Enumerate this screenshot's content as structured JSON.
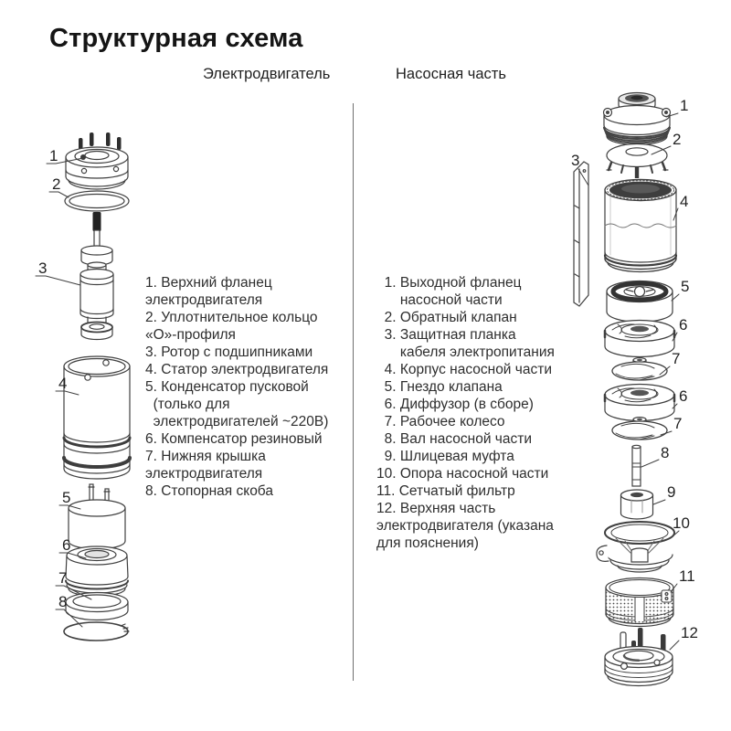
{
  "title": "Структурная схема",
  "colors": {
    "line_art": "#3f3f3f",
    "text": "#2e2e2e"
  },
  "motor": {
    "header": "Электродвигатель",
    "items": [
      "1. Верхний фланец\nэлектродвигателя",
      "2. Уплотнительное кольцо\n«О»-профиля",
      "3. Ротор с подшипниками",
      "4. Статор электродвигателя",
      "5. Конденсатор пусковой\n  (только для\n  электродвигателей ~220В)",
      "6. Компенсатор резиновый",
      "7. Нижняя крышка\nэлектродвигателя",
      "8. Стопорная скоба"
    ],
    "callouts": [
      "1",
      "2",
      "3",
      "4",
      "5",
      "6",
      "7",
      "8"
    ]
  },
  "pump": {
    "header": "Насосная часть",
    "items": [
      "  1. Выходной фланец\n      насосной части",
      "  2. Обратный клапан",
      "  3. Защитная планка\n      кабеля электропитания",
      "  4. Корпус насосной части",
      "  5. Гнездо клапана",
      "  6. Диффузор (в сборе)",
      "  7. Рабочее колесо",
      "  8. Вал насосной части",
      "  9. Шлицевая муфта",
      "10. Опора насосной части",
      "11. Сетчатый фильтр",
      "12. Верхняя часть\nэлектродвигателя (указана\nдля пояснения)"
    ],
    "callouts": [
      "1",
      "2",
      "3",
      "4",
      "5",
      "6",
      "7",
      "6",
      "7",
      "8",
      "9",
      "10",
      "11",
      "12"
    ]
  }
}
